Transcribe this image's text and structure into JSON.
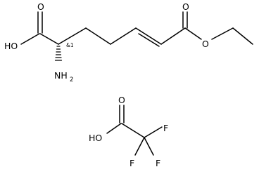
{
  "molecule_1": {
    "atoms": {
      "carboxyl_o_top": "O",
      "hydroxyl": "HO",
      "amine": "NH",
      "amine_subscript": "2",
      "stereo_label": "&1",
      "ester_o_top": "O",
      "ester_o": "O"
    }
  },
  "molecule_2": {
    "atoms": {
      "carbonyl_o": "O",
      "hydroxyl": "HO",
      "fluorine_right": "F",
      "fluorine_bottom_left": "F",
      "fluorine_bottom_right": "F"
    }
  }
}
